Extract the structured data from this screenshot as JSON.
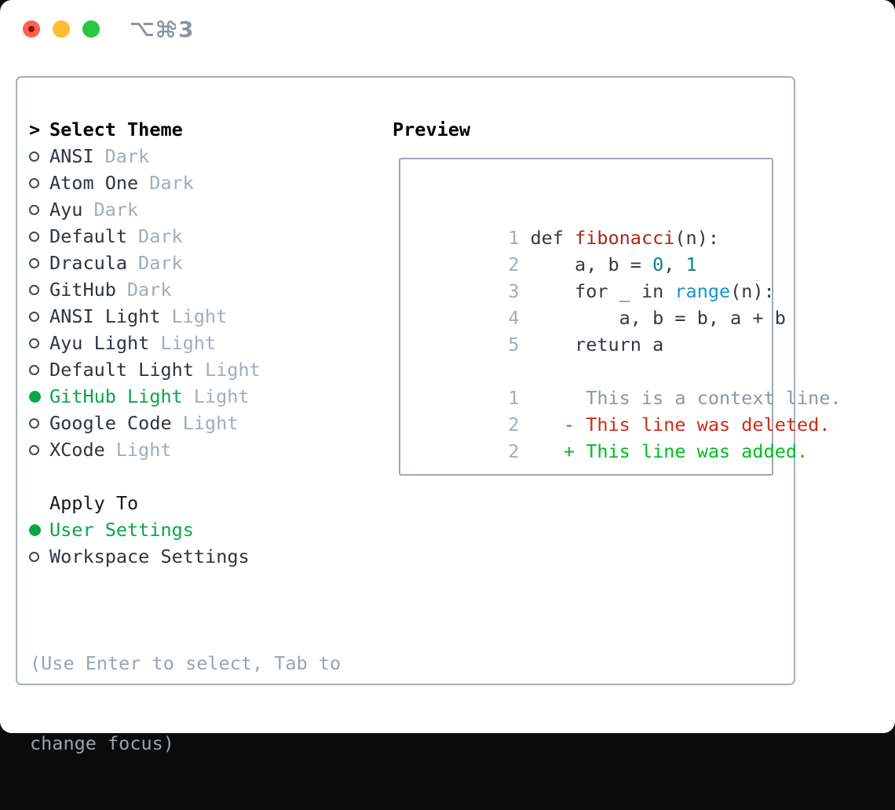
{
  "titlebar": {
    "shortcut_label": "⌥⌘3",
    "shortcut_digit": "3",
    "icons": [
      "option-key-icon",
      "command-key-icon"
    ],
    "traffic_lights": {
      "red": "#ff5f57",
      "red_dot": "#8c1308",
      "yellow": "#febc2e",
      "green": "#28c840"
    }
  },
  "palette": {
    "text_dark": "#2f353c",
    "heading_black": "#000000",
    "muted_gray": "#a3adb7",
    "hint_gray": "#9aa4af",
    "selected_green": "#09a648",
    "added_green": "#00bd1f",
    "deleted_red": "#cd2c16",
    "function_red": "#b22318",
    "builtin_blue": "#1793d1",
    "number_teal": "#0e7e86",
    "context_gray": "#8d97a1",
    "frame_border": "#a9b1ba",
    "preview_border": "#9fa8b2"
  },
  "theme_panel": {
    "header_prefix": ">",
    "header": "Select Theme",
    "items": [
      {
        "name": "ANSI",
        "variant": "Dark",
        "selected": false
      },
      {
        "name": "Atom One",
        "variant": "Dark",
        "selected": false
      },
      {
        "name": "Ayu",
        "variant": "Dark",
        "selected": false
      },
      {
        "name": "Default",
        "variant": "Dark",
        "selected": false
      },
      {
        "name": "Dracula",
        "variant": "Dark",
        "selected": false
      },
      {
        "name": "GitHub",
        "variant": "Dark",
        "selected": false
      },
      {
        "name": "ANSI Light",
        "variant": "Light",
        "selected": false
      },
      {
        "name": "Ayu Light",
        "variant": "Light",
        "selected": false
      },
      {
        "name": "Default Light",
        "variant": "Light",
        "selected": false
      },
      {
        "name": "GitHub Light",
        "variant": "Light",
        "selected": true
      },
      {
        "name": "Google Code",
        "variant": "Light",
        "selected": false
      },
      {
        "name": "XCode",
        "variant": "Light",
        "selected": false
      }
    ]
  },
  "apply_panel": {
    "header": "Apply To",
    "options": [
      {
        "label": "User Settings",
        "selected": true
      },
      {
        "label": "Workspace Settings",
        "selected": false
      }
    ]
  },
  "hint": {
    "line1": "(Use Enter to select, Tab to",
    "line2": "change focus)"
  },
  "preview": {
    "header": "Preview",
    "code_lines": [
      {
        "num": "1",
        "tokens": [
          {
            "text": "def ",
            "color": "#343a41"
          },
          {
            "text": "fibonacci",
            "color": "#b22318"
          },
          {
            "text": "(n):",
            "color": "#343a41"
          }
        ]
      },
      {
        "num": "2",
        "tokens": [
          {
            "text": "    a, b = ",
            "color": "#343a41"
          },
          {
            "text": "0",
            "color": "#0e7e86"
          },
          {
            "text": ", ",
            "color": "#343a41"
          },
          {
            "text": "1",
            "color": "#0e7e86"
          }
        ]
      },
      {
        "num": "3",
        "tokens": [
          {
            "text": "    for _ in ",
            "color": "#343a41"
          },
          {
            "text": "range",
            "color": "#1793d1"
          },
          {
            "text": "(n):",
            "color": "#343a41"
          }
        ]
      },
      {
        "num": "4",
        "tokens": [
          {
            "text": "        a, b = b, a + b",
            "color": "#343a41"
          }
        ]
      },
      {
        "num": "5",
        "tokens": [
          {
            "text": "    return a",
            "color": "#343a41"
          }
        ]
      },
      {
        "num": "",
        "tokens": []
      },
      {
        "num": "1",
        "tokens": [
          {
            "text": "     This is a context line.",
            "color": "#8d97a1"
          }
        ]
      },
      {
        "num": "2",
        "tokens": [
          {
            "text": "   - This line was deleted.",
            "color": "#cd2c16"
          }
        ]
      },
      {
        "num": "2",
        "tokens": [
          {
            "text": "   + This line was added.",
            "color": "#00bd1f"
          }
        ]
      }
    ]
  }
}
